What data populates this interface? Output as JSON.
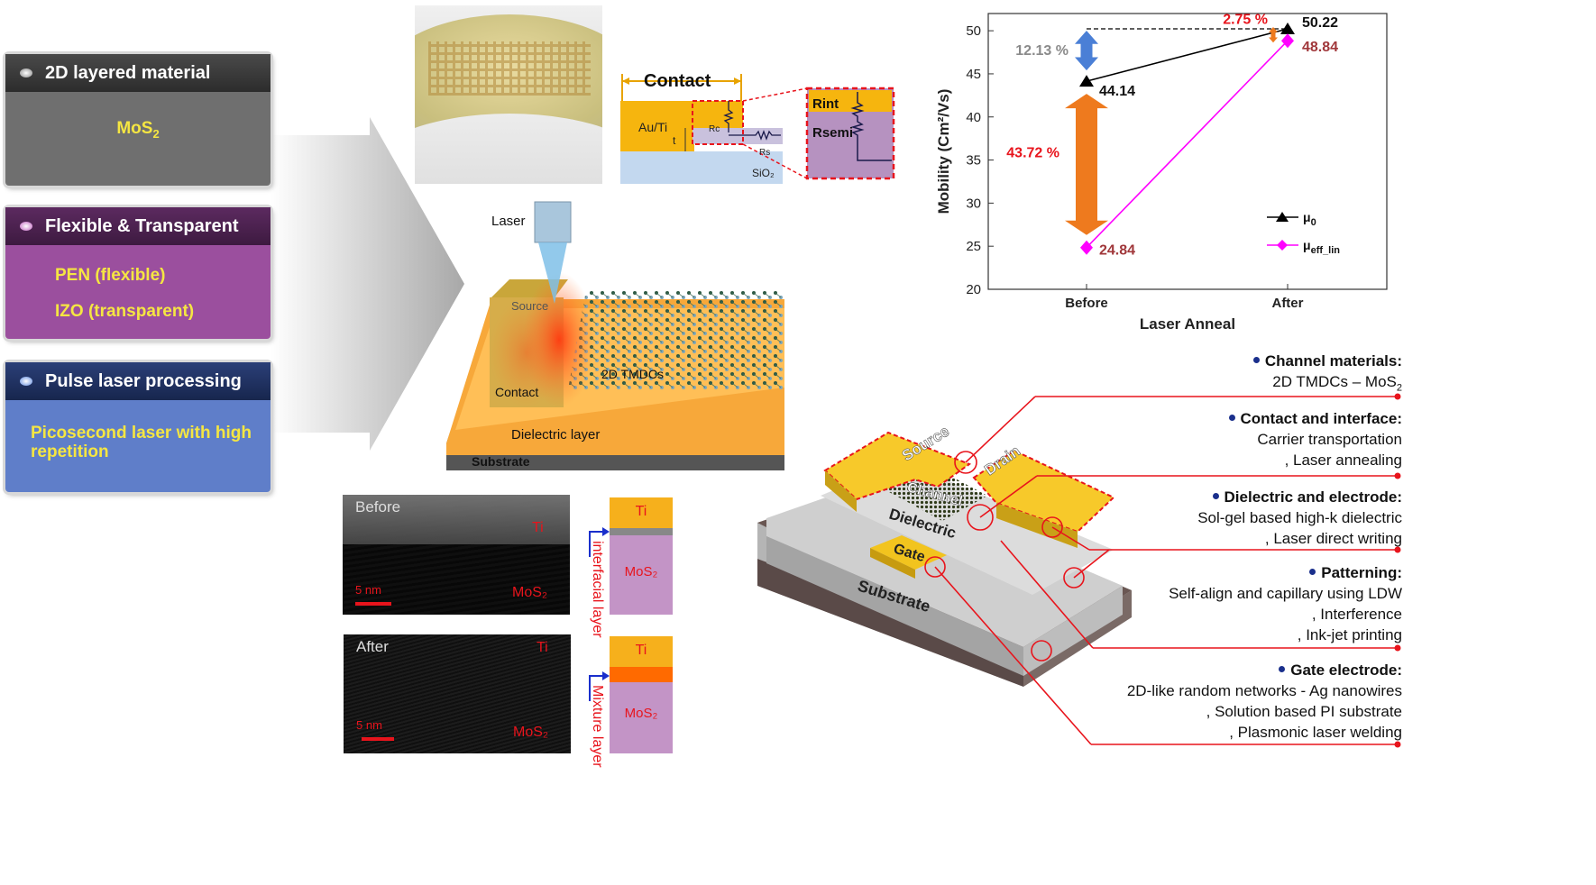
{
  "cards": [
    {
      "title": "2D layered material",
      "lines": [
        "MoS₂"
      ]
    },
    {
      "title": "Flexible & Transparent",
      "lines": [
        "PEN (flexible)",
        "IZO (transparent)"
      ]
    },
    {
      "title": "Pulse laser processing",
      "lines": [
        "Picosecond laser with high repetition"
      ]
    }
  ],
  "contact": {
    "title": "Contact",
    "metal": "Au/Ti",
    "t": "t",
    "rc": "Rc",
    "rs": "Rs",
    "oxide": "SiO₂",
    "r_int": "Rint",
    "r_semi": "Rsemi"
  },
  "device3d": {
    "laser": "Laser",
    "source": "Source",
    "tmdc": "2D TMDCs",
    "contact": "Contact",
    "dielectric": "Dielectric layer",
    "substrate": "Substrate"
  },
  "tem": {
    "before": {
      "label": "Before",
      "ti": "Ti",
      "mos2": "MoS₂",
      "scale": "5 nm",
      "layer": "interfacial layer",
      "ti_box": "Ti",
      "mos2_box": "MoS₂"
    },
    "after": {
      "label": "After",
      "ti": "Ti",
      "mos2": "MoS₂",
      "scale": "5 nm",
      "layer": "Mixture layer",
      "ti_box": "Ti",
      "mos2_box": "MoS₂"
    }
  },
  "chart_data": {
    "type": "line",
    "categories": [
      "Before",
      "After"
    ],
    "xlabel": "Laser Anneal",
    "ylabel": "Mobility (Cm²/Vs)",
    "ylim": [
      20,
      52
    ],
    "yticks": [
      20,
      25,
      30,
      35,
      40,
      45,
      50
    ],
    "series": [
      {
        "name": "μ0",
        "values": [
          44.14,
          50.22
        ],
        "color": "#000000",
        "marker": "triangle"
      },
      {
        "name": "μeff_lin",
        "values": [
          24.84,
          48.84
        ],
        "color": "#ff00ff",
        "marker": "diamond"
      }
    ],
    "data_labels": [
      "44.14",
      "50.22",
      "24.84",
      "48.84"
    ],
    "annotations": [
      "12.13 %",
      "43.72 %",
      "2.75 %"
    ],
    "legend_position": "bottom-right"
  },
  "tft": {
    "source": "Source",
    "drain": "Drain",
    "channel": "Channel",
    "dielectric": "Dielectric",
    "gate": "Gate",
    "substrate": "Substrate"
  },
  "features": [
    {
      "heading": "Channel materials:",
      "lines": [
        "2D TMDCs – MoS₂"
      ]
    },
    {
      "heading": "Contact and interface:",
      "lines": [
        "Carrier transportation",
        ", Laser annealing"
      ]
    },
    {
      "heading": "Dielectric and electrode:",
      "lines": [
        "Sol-gel based high-k dielectric",
        ", Laser direct writing"
      ]
    },
    {
      "heading": "Patterning:",
      "lines": [
        "Self-align and capillary using LDW",
        ", Interference",
        ", Ink-jet printing"
      ]
    },
    {
      "heading": "Gate electrode:",
      "lines": [
        "2D-like random networks - Ag nanowires",
        ", Solution based PI substrate",
        ", Plasmonic laser welding"
      ]
    }
  ],
  "colors": {
    "accent_red": "#e8141c",
    "gold": "#f5c518",
    "card1": "#5a5a5a",
    "card2": "#8a3c8c",
    "card3": "#3b5bb0"
  }
}
